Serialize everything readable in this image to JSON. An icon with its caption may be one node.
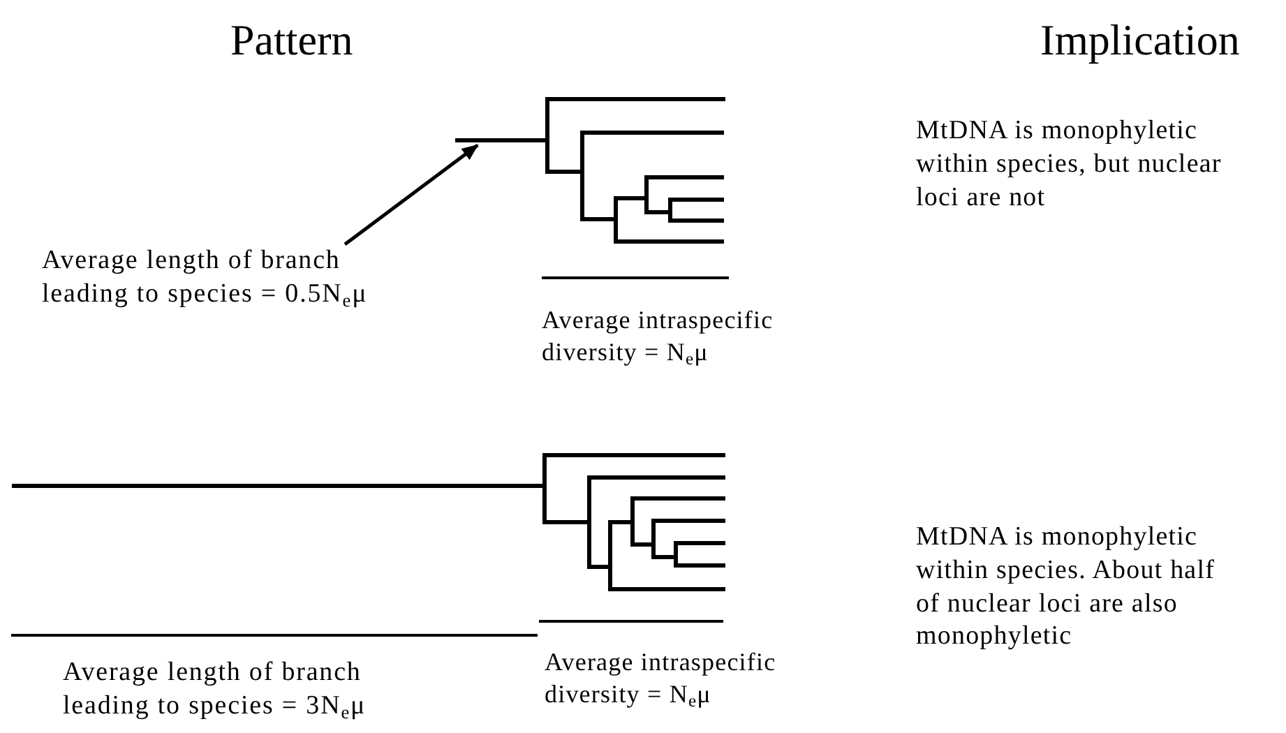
{
  "diagram": {
    "nodes": [
      {
        "text": [
          "Average length of branch leading to species = 0.5N$_{e}$μ"
        ]
      },
      {
        "text": [],
        "shape": "bar"
      }
    ],
    "edges": [
      {
        "from": 0,
        "to": 1,
        "arrow": "to"
      }
    ],
    "labels": [
      "Pattern",
      "Implication",
      "MtDNA is monophyletic within species, but nuclear loci are not",
      "Average intraspecific diversity = N$_{e}$μ",
      "MtDNA is monophyletic within species. About half of nuclear loci are also monophyletic",
      "Average length of branch leading to species = 3N$_{e}$μ",
      "Average intraspecific diversity = N$_{e}$μ"
    ]
  }
}
